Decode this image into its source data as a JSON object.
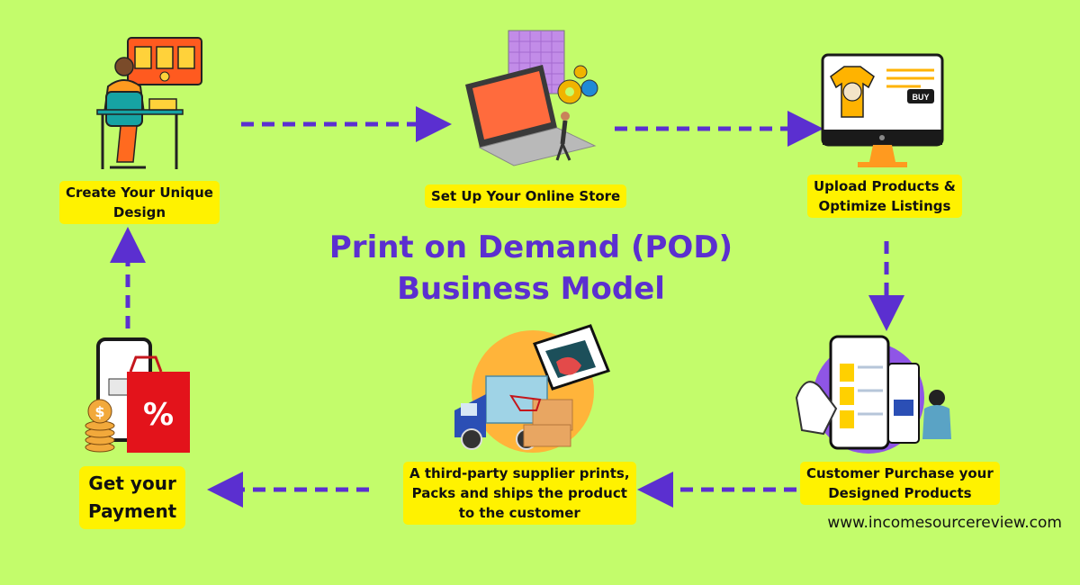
{
  "diagram": {
    "title_lines": [
      "Print on Demand (POD)",
      "Business Model"
    ],
    "steps": {
      "create": {
        "lines": [
          "Create Your Unique",
          "Design"
        ]
      },
      "store": {
        "lines": [
          "Set Up Your Online Store"
        ]
      },
      "upload": {
        "lines": [
          "Upload Products &",
          "Optimize Listings"
        ]
      },
      "purchase": {
        "lines": [
          "Customer Purchase your",
          "Designed Products"
        ]
      },
      "fulfill": {
        "lines": [
          "A third-party supplier prints,",
          "Packs and ships the product",
          "to the customer"
        ]
      },
      "payment": {
        "lines": [
          "Get your",
          "Payment"
        ]
      }
    },
    "website": "www.incomesourcereview.com",
    "icons": {
      "buy_button": "BUY",
      "percent": "%",
      "dollar": "$"
    },
    "colors": {
      "background": "#c3fc6b",
      "label_bg": "#fff200",
      "title": "#5b2fd0",
      "arrow": "#5b2fd0"
    }
  }
}
